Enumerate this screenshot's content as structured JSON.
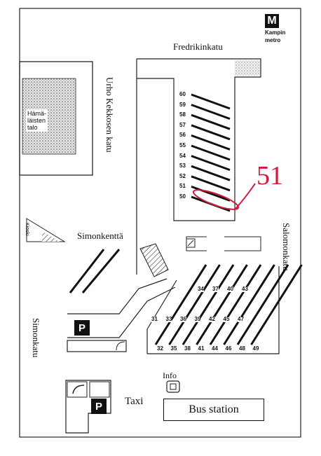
{
  "streets": {
    "fredrikinkatu": "Fredrikinkatu",
    "urho": "Urho Kekkosen katu",
    "salomonkatu": "Salomonkatu",
    "simonkatu": "Simonkatu",
    "simonkentta": "Simonkenttä"
  },
  "buildings": {
    "hamalaisten_talo": [
      "Hämä-",
      "läisten",
      "talo"
    ],
    "kiosk": "Kioski"
  },
  "metro": {
    "letter": "M",
    "name_line1": "Kampin",
    "name_line2": "metro"
  },
  "parking": {
    "p1": "P",
    "p2": "P"
  },
  "labels": {
    "taxi": "Taxi",
    "info": "Info",
    "bus_station": "Bus station"
  },
  "highlight": {
    "stop_number": "51",
    "color": "#d4183a"
  },
  "platforms_upper": [
    "60",
    "59",
    "58",
    "57",
    "56",
    "55",
    "54",
    "53",
    "52",
    "51",
    "50"
  ],
  "platforms_lower": {
    "top_row": [
      "34",
      "37",
      "40",
      "43"
    ],
    "middle_row": [
      "31",
      "33",
      "36",
      "39",
      "42",
      "45",
      "47"
    ],
    "bottom_row": [
      "32",
      "35",
      "38",
      "41",
      "44",
      "46",
      "48",
      "49"
    ]
  }
}
